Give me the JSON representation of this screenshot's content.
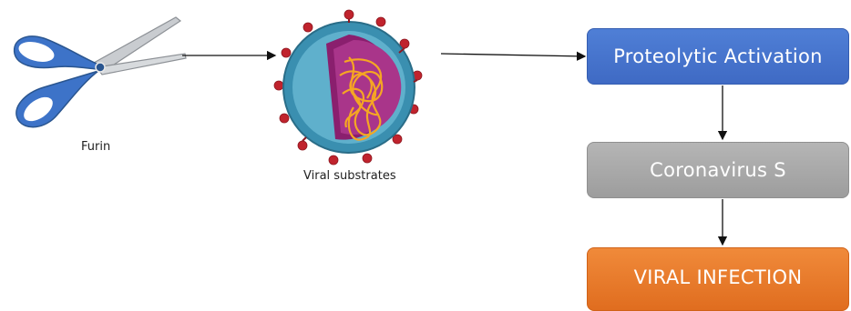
{
  "labels": {
    "furin": "Furin",
    "viral_substrates": "Viral substrates"
  },
  "flow": {
    "step1": "Proteolytic Activation",
    "step2": "Coronavirus S",
    "step3": "VIRAL INFECTION"
  },
  "colors": {
    "step1": "#4472c4",
    "step2": "#a6a6a6",
    "step3": "#ed7d31",
    "scissors_handle": "#3d73c8",
    "virus_shell": "#3a8fb0",
    "virus_spike": "#c0232d",
    "virus_core": "#8a1f6e",
    "virus_rna": "#f5a623"
  },
  "icons": {
    "furin": "scissors-icon",
    "virus": "virus-icon"
  }
}
